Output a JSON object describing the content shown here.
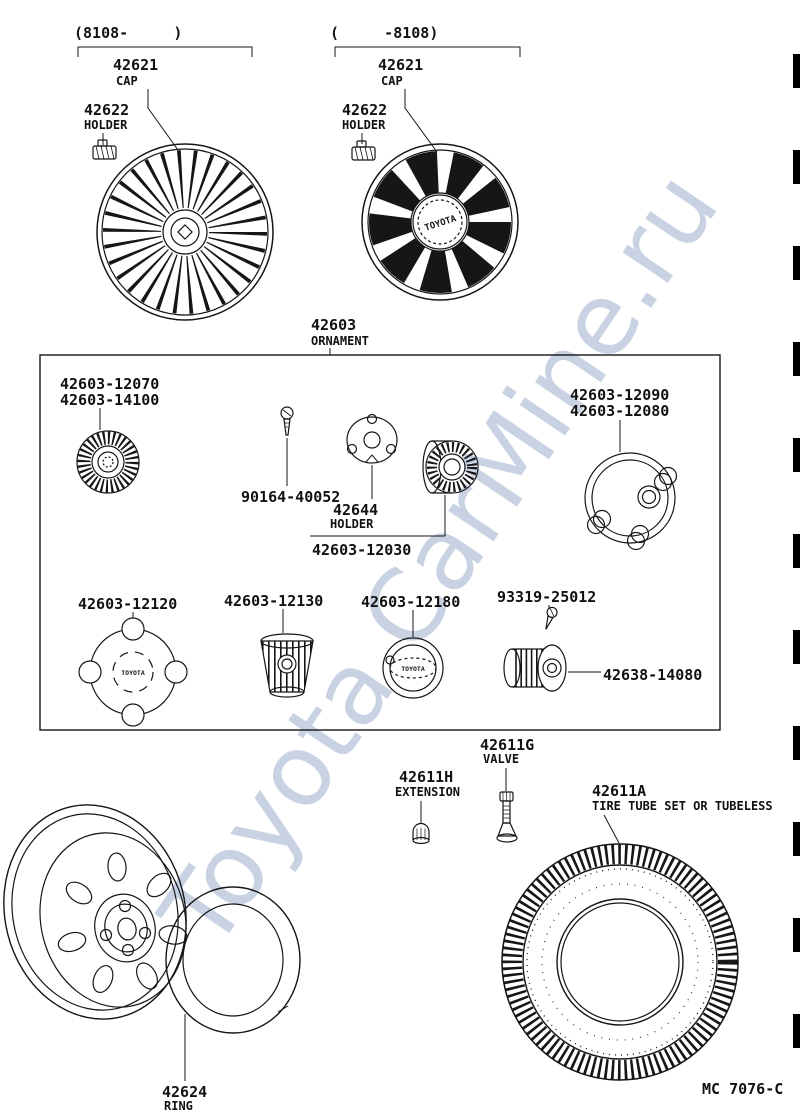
{
  "watermark": "Toyota CarMine.ru",
  "doc_code": "MC 7076-C",
  "drawing_text": {
    "toyota": "TOYOTA"
  },
  "top": {
    "left": {
      "range": "(8108-     )",
      "cap_num": "42621",
      "cap_label": "CAP",
      "holder_num": "42622",
      "holder_label": "HOLDER"
    },
    "right": {
      "range": "(     -8108)",
      "cap_num": "42621",
      "cap_label": "CAP",
      "holder_num": "42622",
      "holder_label": "HOLDER"
    }
  },
  "ornament_box": {
    "num": "42603",
    "label": "ORNAMENT",
    "part_12070": "42603-12070",
    "part_14100": "42603-14100",
    "part_12090": "42603-12090",
    "part_12080": "42603-12080",
    "screw": "90164-40052",
    "holder_num": "42644",
    "holder_label": "HOLDER",
    "part_12030": "42603-12030",
    "part_12120": "42603-12120",
    "part_12130": "42603-12130",
    "part_12180": "42603-12180",
    "screw2": "93319-25012",
    "part_42638": "42638-14080"
  },
  "bottom": {
    "valve_num": "42611G",
    "valve_label": "VALVE",
    "extension_num": "42611H",
    "extension_label": "EXTENSION",
    "tire_num": "42611A",
    "tire_label": "TIRE TUBE SET OR TUBELESS",
    "ring_num": "42624",
    "ring_label": "RING"
  }
}
